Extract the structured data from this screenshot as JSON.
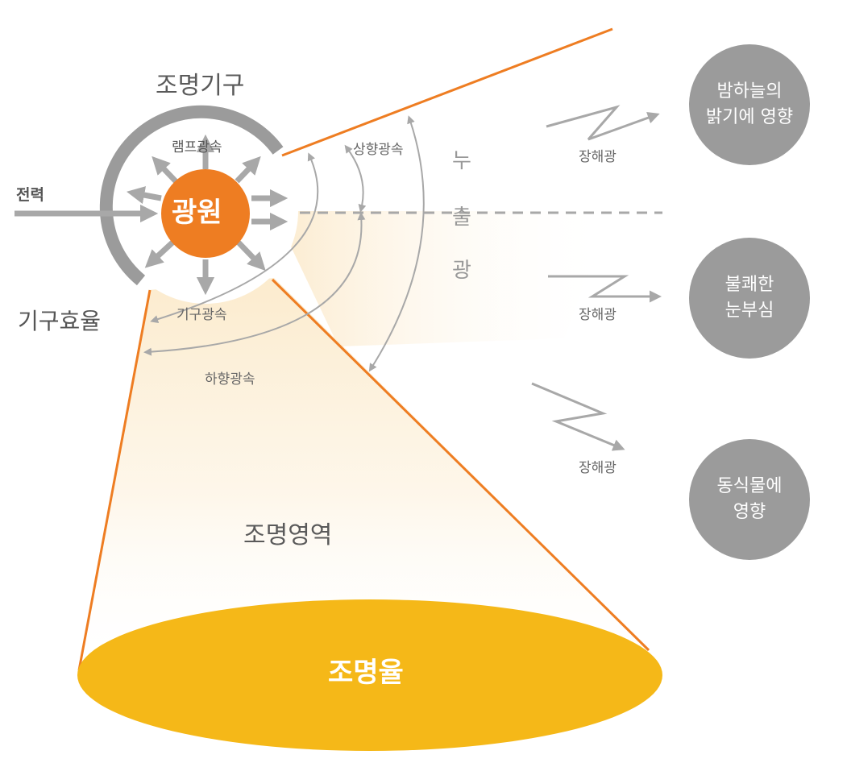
{
  "labels": {
    "fixture": "조명기구",
    "lamp_flux": "램프광속",
    "power": "전력",
    "light_source": "광원",
    "fixture_efficiency": "기구효율",
    "fixture_flux": "기구광속",
    "upward_flux": "상향광속",
    "downward_flux": "하향광속",
    "spill_light": [
      "누",
      "출",
      "광"
    ],
    "obtrusive_light": "장해광",
    "illuminated_area": "조명영역",
    "utilization_factor": "조명율"
  },
  "impacts": [
    {
      "label": "밤하늘의\n밝기에 영향"
    },
    {
      "label": "불쾌한\n눈부심"
    },
    {
      "label": "동식물에\n영향"
    }
  ],
  "colors": {
    "orange": "#ee7d22",
    "yellow": "#f5b818",
    "gray_arrow": "#a8a8a8",
    "gray_circle": "#9b9b9b"
  }
}
